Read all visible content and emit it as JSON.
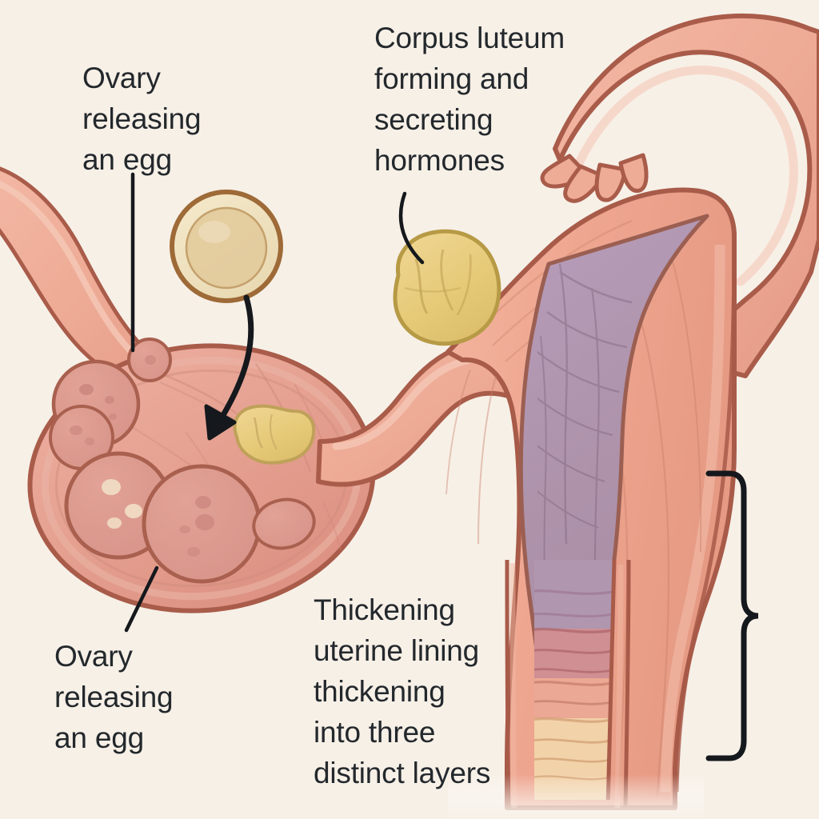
{
  "illustration": {
    "title": "Ovulation and thickening uterine lining",
    "background_color": "#f7f0e7",
    "style": "hand-drawn medical diagram, pastel watercolor"
  },
  "labels": {
    "ovary_top": "Ovary\nreleasing\nan egg",
    "corpus_luteum": "Corpus luteum\nforming and\nsecreting\nhormones",
    "ovary_bottom": "Ovary\nreleasing\nan egg",
    "uterine_lining": "Thickening\nuterine lining\nthickening\ninto three\ndistinct layers"
  },
  "anatomy": {
    "ovary": {
      "name": "ovary",
      "fill": "#e8a294",
      "outline": "#a95c4a",
      "follicle_fill": "#dd9a8e",
      "follicle_outline": "#a9604e",
      "follicle_count": 6
    },
    "released_egg": {
      "name": "released ovum",
      "fill": "#efe0bd",
      "inner_fill": "#e3cb9c",
      "outline": "#9e6a37"
    },
    "corpus_luteum_large": {
      "name": "corpus luteum",
      "fill": "#e8ce7e",
      "outline": "#b79a45"
    },
    "corpus_luteum_small": {
      "name": "corpus luteum in ovary",
      "fill": "#e6cb86",
      "outline": "#bfa159"
    },
    "fallopian_tube": {
      "name": "fallopian tube",
      "fill": "#eeab96",
      "outline": "#a95c4a"
    },
    "fimbriae": {
      "name": "fimbriae",
      "count": 4,
      "fill": "#eeab96"
    },
    "myometrium": {
      "name": "uterine muscular wall",
      "fill": "#efa690",
      "outline": "#a85b49"
    },
    "uterine_cavity": {
      "name": "uterine cavity endometrium",
      "fill": "#b096ae",
      "outline": "#9b5f52"
    }
  },
  "lining_layers": [
    {
      "name": "basal / deep layer",
      "color": "#b096ae",
      "order": 1
    },
    {
      "name": "middle layer",
      "color": "#d08f93",
      "order": 2
    },
    {
      "name": "intermediate layer",
      "color": "#eba894",
      "order": 3
    },
    {
      "name": "superficial layer",
      "color": "#f2d2a9",
      "order": 4
    }
  ],
  "annotations": {
    "brace": {
      "name": "layer-brace",
      "color": "#15181c",
      "orientation": "right"
    },
    "arrow": {
      "name": "ovulation-arrow",
      "color": "#15181c",
      "direction": "down-left"
    },
    "leader_color": "#15181c"
  }
}
